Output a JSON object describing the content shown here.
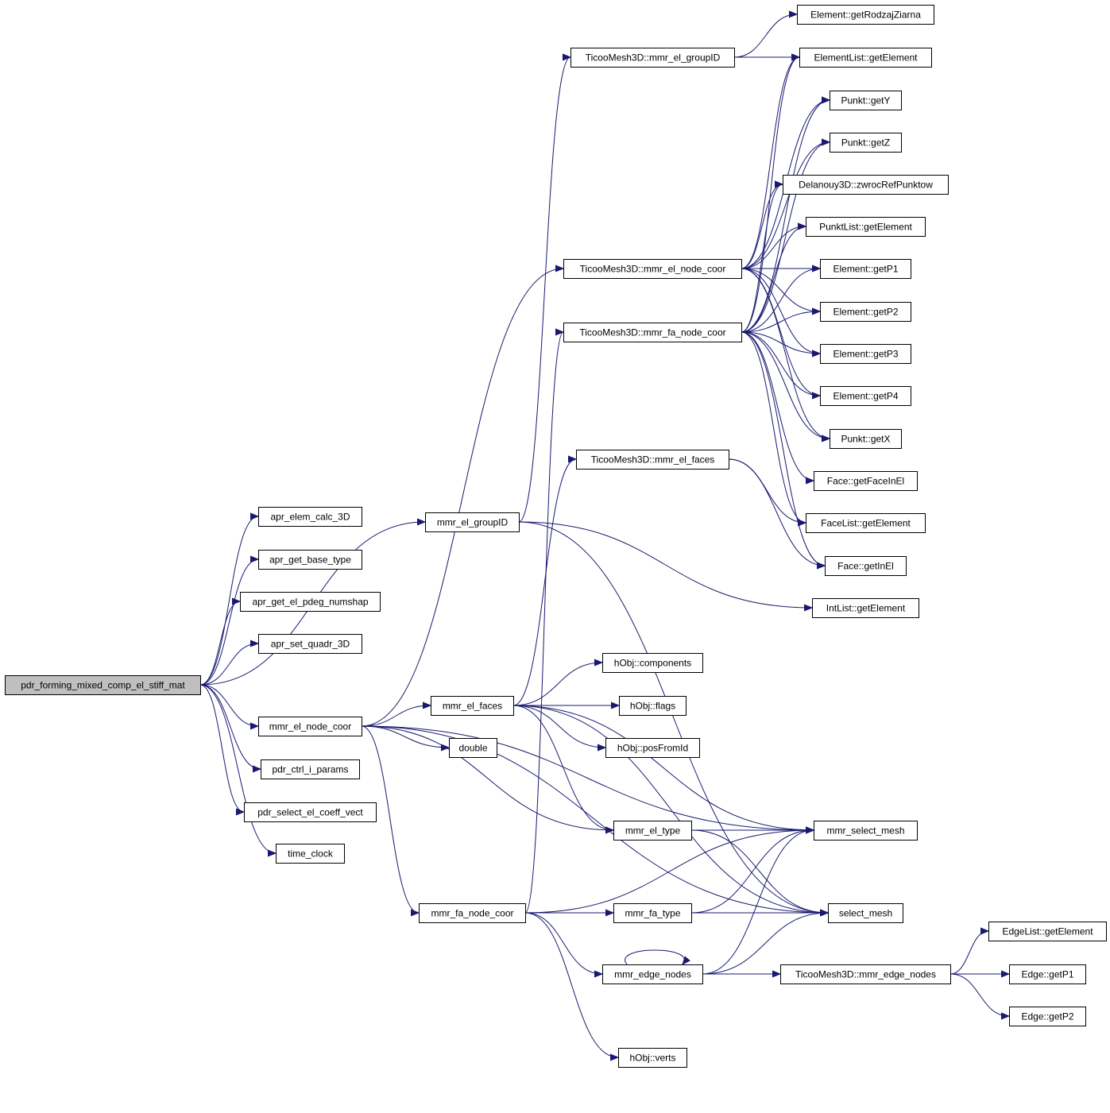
{
  "diagram": {
    "edge_color": "#191970",
    "root_fill": "#bfbfbf",
    "nodes": [
      {
        "id": "root",
        "label": "pdr_forming_mixed_comp_el_stiff_mat",
        "root": true
      },
      {
        "id": "apr_elem",
        "label": "apr_elem_calc_3D"
      },
      {
        "id": "apr_base",
        "label": "apr_get_base_type"
      },
      {
        "id": "apr_pdeg",
        "label": "apr_get_el_pdeg_numshap"
      },
      {
        "id": "apr_quadr",
        "label": "apr_set_quadr_3D"
      },
      {
        "id": "mmr_groupID",
        "label": "mmr_el_groupID"
      },
      {
        "id": "mmr_node",
        "label": "mmr_el_node_coor"
      },
      {
        "id": "pdr_ctrl",
        "label": "pdr_ctrl_i_params"
      },
      {
        "id": "pdr_select",
        "label": "pdr_select_el_coeff_vect"
      },
      {
        "id": "time_clock",
        "label": "time_clock"
      },
      {
        "id": "t_groupID",
        "label": "TicooMesh3D::mmr_el_groupID"
      },
      {
        "id": "t_el_node",
        "label": "TicooMesh3D::mmr_el_node_coor"
      },
      {
        "id": "t_fa_node",
        "label": "TicooMesh3D::mmr_fa_node_coor"
      },
      {
        "id": "t_el_faces",
        "label": "TicooMesh3D::mmr_el_faces"
      },
      {
        "id": "mmr_faces",
        "label": "mmr_el_faces"
      },
      {
        "id": "double",
        "label": "double"
      },
      {
        "id": "mmr_type",
        "label": "mmr_el_type"
      },
      {
        "id": "mmr_fa_node",
        "label": "mmr_fa_node_coor"
      },
      {
        "id": "mmr_fa_type",
        "label": "mmr_fa_type"
      },
      {
        "id": "mmr_edge",
        "label": "mmr_edge_nodes"
      },
      {
        "id": "h_verts",
        "label": "hObj::verts"
      },
      {
        "id": "h_comp",
        "label": "hObj::components"
      },
      {
        "id": "h_flags",
        "label": "hObj::flags"
      },
      {
        "id": "h_pos",
        "label": "hObj::posFromId"
      },
      {
        "id": "t_edge",
        "label": "TicooMesh3D::mmr_edge_nodes"
      },
      {
        "id": "el_rodzaj",
        "label": "Element::getRodzajZiarna"
      },
      {
        "id": "ellist_get",
        "label": "ElementList::getElement"
      },
      {
        "id": "punkt_y",
        "label": "Punkt::getY"
      },
      {
        "id": "punkt_z",
        "label": "Punkt::getZ"
      },
      {
        "id": "delan",
        "label": "Delanouy3D::zwrocRefPunktow"
      },
      {
        "id": "punktlist",
        "label": "PunktList::getElement"
      },
      {
        "id": "el_p1",
        "label": "Element::getP1"
      },
      {
        "id": "el_p2",
        "label": "Element::getP2"
      },
      {
        "id": "el_p3",
        "label": "Element::getP3"
      },
      {
        "id": "el_p4",
        "label": "Element::getP4"
      },
      {
        "id": "punkt_x",
        "label": "Punkt::getX"
      },
      {
        "id": "face_inel",
        "label": "Face::getFaceInEl"
      },
      {
        "id": "facelist",
        "label": "FaceList::getElement"
      },
      {
        "id": "face_getinel",
        "label": "Face::getInEl"
      },
      {
        "id": "intlist",
        "label": "IntList::getElement"
      },
      {
        "id": "select_mesh_mmr",
        "label": "mmr_select_mesh"
      },
      {
        "id": "select_mesh",
        "label": "select_mesh"
      },
      {
        "id": "edgelist",
        "label": "EdgeList::getElement"
      },
      {
        "id": "edge_p1",
        "label": "Edge::getP1"
      },
      {
        "id": "edge_p2",
        "label": "Edge::getP2"
      }
    ],
    "edges": [
      [
        "root",
        "apr_elem"
      ],
      [
        "root",
        "apr_base"
      ],
      [
        "root",
        "apr_pdeg"
      ],
      [
        "root",
        "apr_quadr"
      ],
      [
        "root",
        "mmr_groupID"
      ],
      [
        "root",
        "mmr_node"
      ],
      [
        "root",
        "pdr_ctrl"
      ],
      [
        "root",
        "pdr_select"
      ],
      [
        "root",
        "time_clock"
      ],
      [
        "mmr_groupID",
        "t_groupID"
      ],
      [
        "mmr_groupID",
        "intlist"
      ],
      [
        "mmr_groupID",
        "select_mesh"
      ],
      [
        "mmr_node",
        "t_el_node"
      ],
      [
        "mmr_node",
        "mmr_faces"
      ],
      [
        "mmr_node",
        "double"
      ],
      [
        "mmr_node",
        "mmr_type"
      ],
      [
        "mmr_node",
        "mmr_fa_node"
      ],
      [
        "mmr_node",
        "select_mesh_mmr"
      ],
      [
        "mmr_node",
        "select_mesh"
      ],
      [
        "t_groupID",
        "el_rodzaj"
      ],
      [
        "t_groupID",
        "ellist_get"
      ],
      [
        "t_el_node",
        "ellist_get"
      ],
      [
        "t_el_node",
        "punkt_y"
      ],
      [
        "t_el_node",
        "punkt_z"
      ],
      [
        "t_el_node",
        "delan"
      ],
      [
        "t_el_node",
        "punktlist"
      ],
      [
        "t_el_node",
        "el_p1"
      ],
      [
        "t_el_node",
        "el_p2"
      ],
      [
        "t_el_node",
        "el_p3"
      ],
      [
        "t_el_node",
        "el_p4"
      ],
      [
        "t_el_node",
        "punkt_x"
      ],
      [
        "t_fa_node",
        "ellist_get"
      ],
      [
        "t_fa_node",
        "punkt_y"
      ],
      [
        "t_fa_node",
        "punkt_z"
      ],
      [
        "t_fa_node",
        "delan"
      ],
      [
        "t_fa_node",
        "punktlist"
      ],
      [
        "t_fa_node",
        "el_p1"
      ],
      [
        "t_fa_node",
        "el_p2"
      ],
      [
        "t_fa_node",
        "el_p3"
      ],
      [
        "t_fa_node",
        "el_p4"
      ],
      [
        "t_fa_node",
        "punkt_x"
      ],
      [
        "t_fa_node",
        "face_inel"
      ],
      [
        "t_fa_node",
        "facelist"
      ],
      [
        "t_fa_node",
        "face_getinel"
      ],
      [
        "t_el_faces",
        "facelist"
      ],
      [
        "t_el_faces",
        "face_getinel"
      ],
      [
        "mmr_faces",
        "t_el_faces"
      ],
      [
        "mmr_faces",
        "h_comp"
      ],
      [
        "mmr_faces",
        "h_flags"
      ],
      [
        "mmr_faces",
        "h_pos"
      ],
      [
        "mmr_faces",
        "mmr_type"
      ],
      [
        "mmr_faces",
        "select_mesh_mmr"
      ],
      [
        "mmr_faces",
        "select_mesh"
      ],
      [
        "mmr_type",
        "select_mesh_mmr"
      ],
      [
        "mmr_type",
        "select_mesh"
      ],
      [
        "mmr_fa_node",
        "t_fa_node"
      ],
      [
        "mmr_fa_node",
        "mmr_fa_type"
      ],
      [
        "mmr_fa_node",
        "mmr_edge"
      ],
      [
        "mmr_fa_node",
        "h_verts"
      ],
      [
        "mmr_fa_node",
        "select_mesh_mmr"
      ],
      [
        "mmr_fa_node",
        "select_mesh"
      ],
      [
        "mmr_fa_type",
        "select_mesh_mmr"
      ],
      [
        "mmr_fa_type",
        "select_mesh"
      ],
      [
        "mmr_edge",
        "mmr_edge"
      ],
      [
        "mmr_edge",
        "t_edge"
      ],
      [
        "mmr_edge",
        "select_mesh_mmr"
      ],
      [
        "mmr_edge",
        "select_mesh"
      ],
      [
        "t_edge",
        "edgelist"
      ],
      [
        "t_edge",
        "edge_p1"
      ],
      [
        "t_edge",
        "edge_p2"
      ]
    ]
  }
}
